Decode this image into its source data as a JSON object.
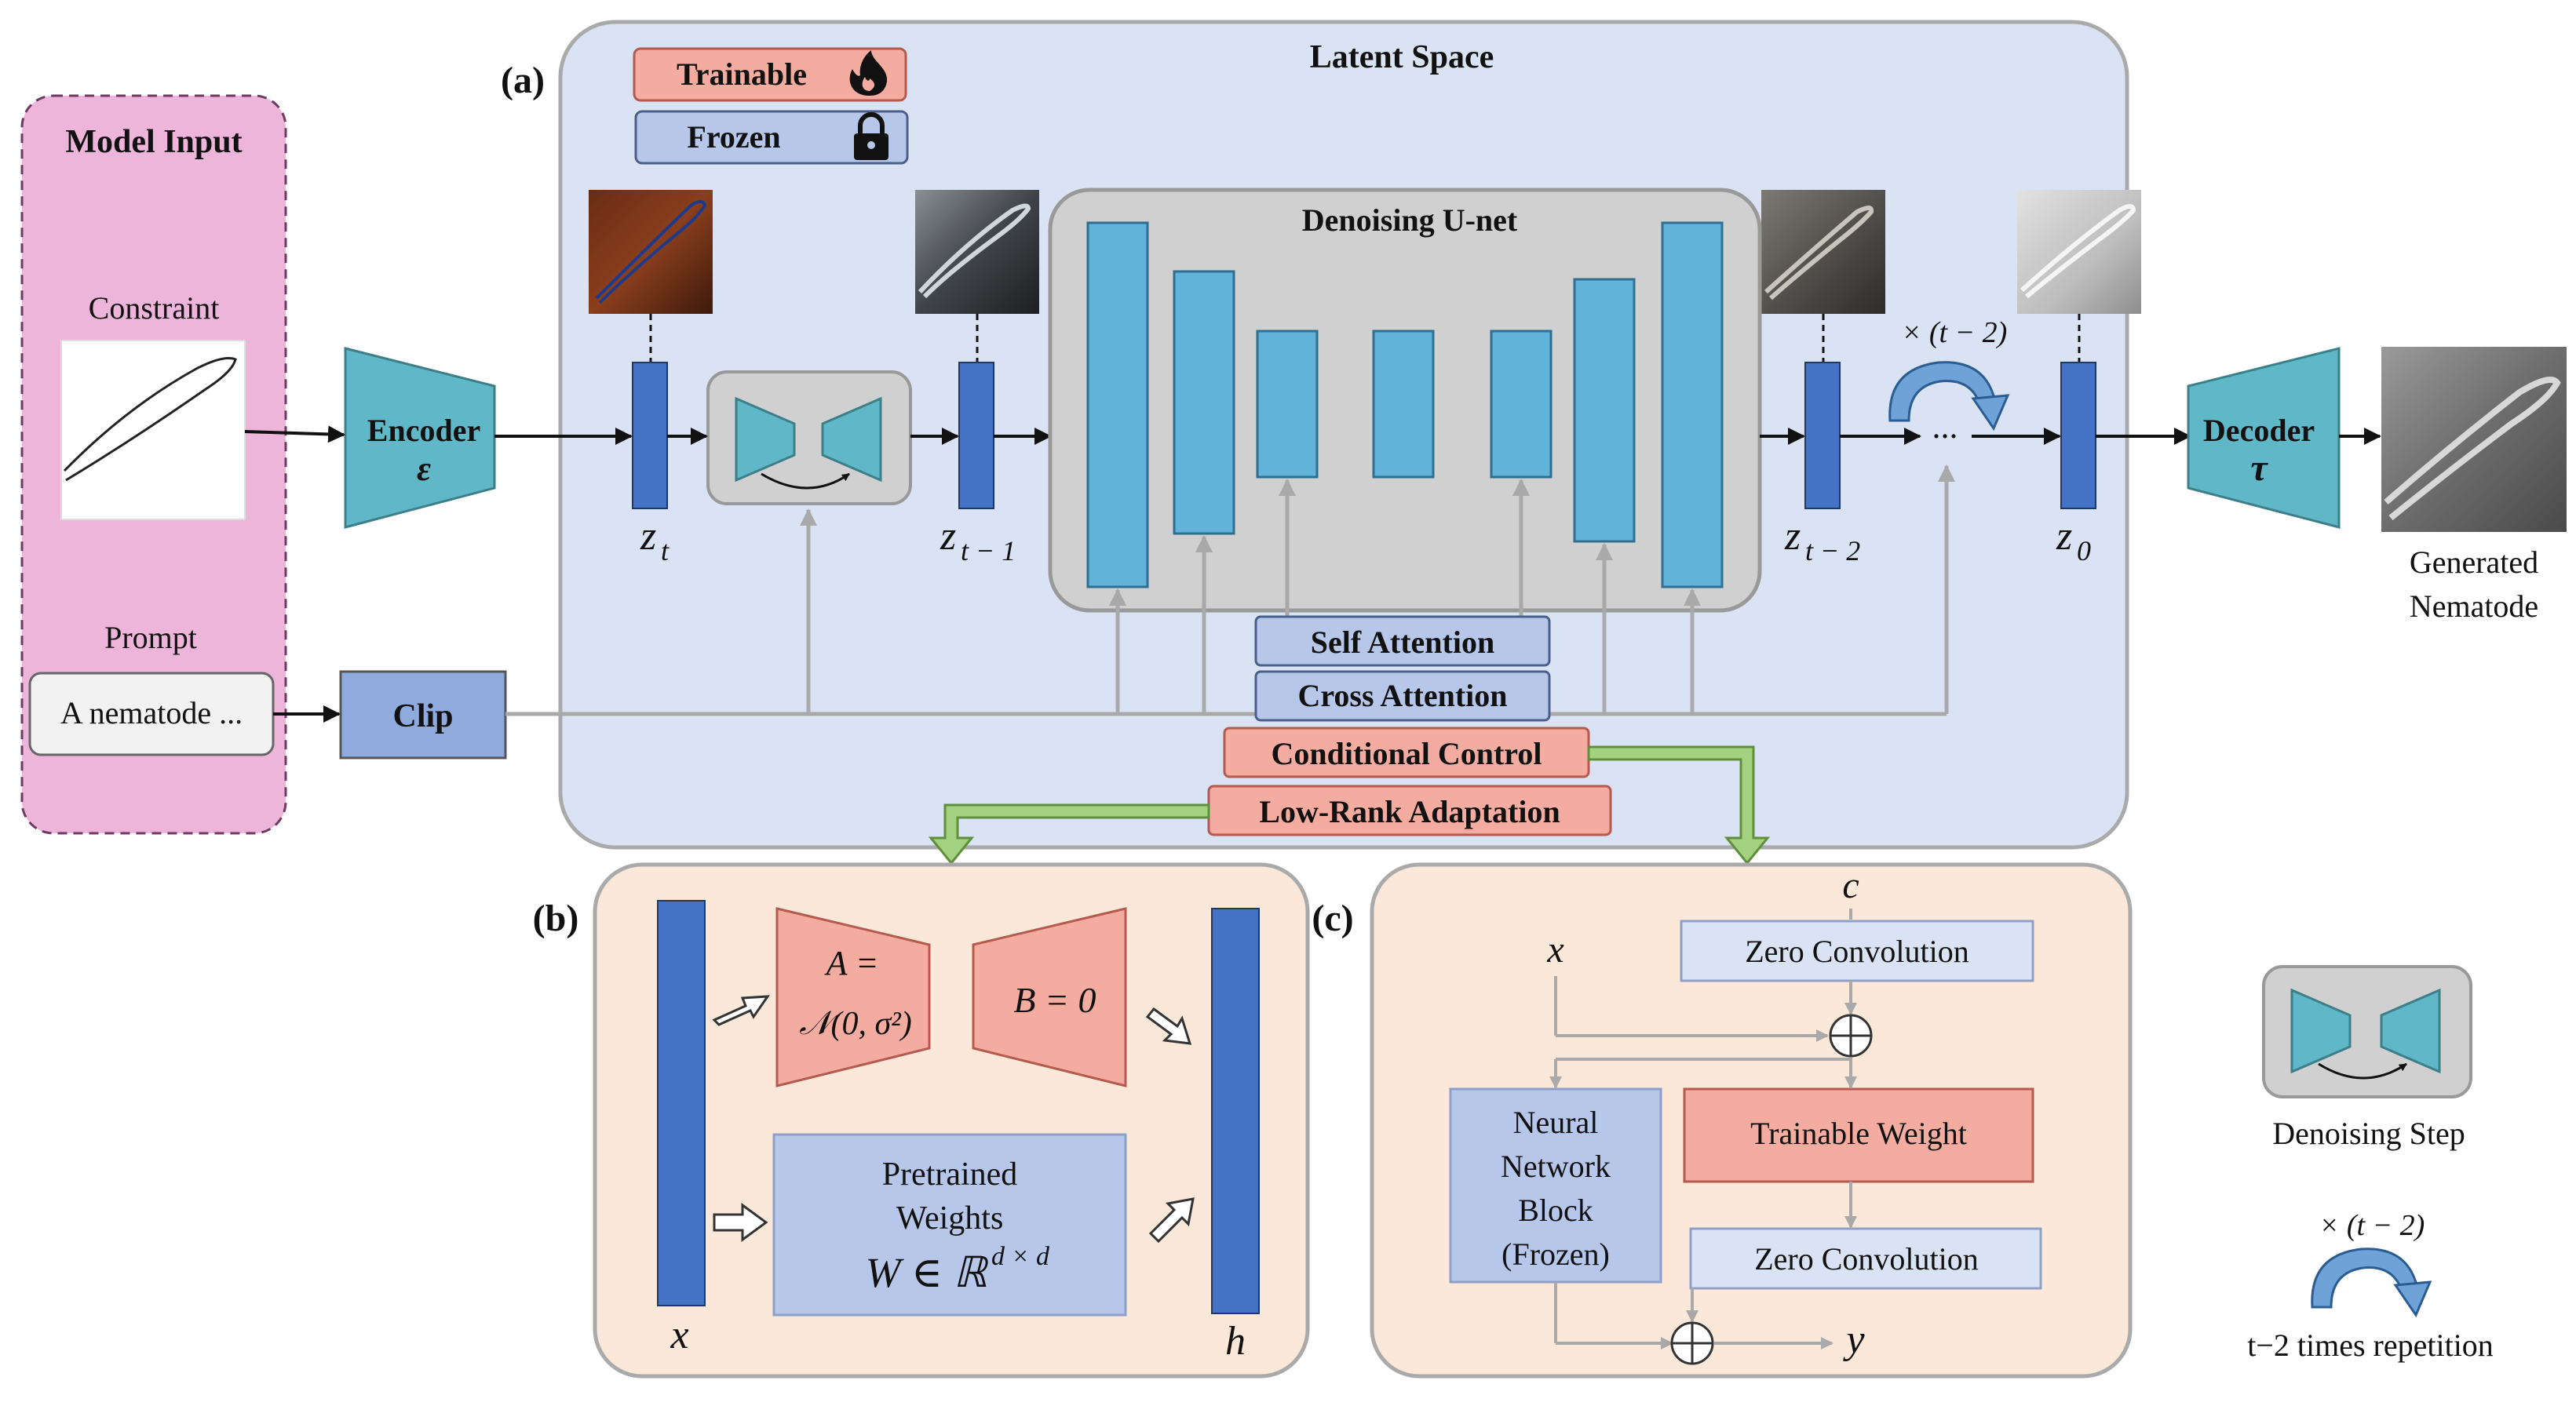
{
  "panel_a": {
    "label": "(a)",
    "title": "Latent Space",
    "legend": {
      "trainable": "Trainable",
      "frozen": "Frozen"
    },
    "model_input": {
      "title": "Model Input",
      "constraint_label": "Constraint",
      "prompt_label": "Prompt",
      "prompt_text": "A nematode ..."
    },
    "encoder": {
      "label": "Encoder",
      "symbol": "ε"
    },
    "decoder": {
      "label": "Decoder",
      "symbol": "τ"
    },
    "clip": "Clip",
    "unet_title": "Denoising U-net",
    "self_attention": "Self Attention",
    "cross_attention": "Cross Attention",
    "conditional_control": "Conditional Control",
    "low_rank_adaptation": "Low-Rank Adaptation",
    "latents": {
      "zt_base": "z",
      "zt_sub": "t",
      "zt1_base": "z",
      "zt1_sub": "t − 1",
      "zt2_base": "z",
      "zt2_sub": "t − 2",
      "z0_base": "z",
      "z0_sub": "0"
    },
    "repeat_label": "× (t − 2)",
    "ellipsis": "...",
    "generated_label_1": "Generated",
    "generated_label_2": "Nematode"
  },
  "panel_b": {
    "label": "(b)",
    "a_line1": "A =",
    "a_line2": "𝒩(0, σ²)",
    "b_eq": "B = 0",
    "pre_line1": "Pretrained",
    "pre_line2": "Weights",
    "w_eq": "W ∈ ℝ",
    "w_sup": "d × d",
    "x": "x",
    "h": "h"
  },
  "panel_c": {
    "label": "(c)",
    "c": "c",
    "x": "x",
    "y": "y",
    "zero_conv_top": "Zero Convolution",
    "zero_conv_bottom": "Zero Convolution",
    "nn_line1": "Neural",
    "nn_line2": "Network",
    "nn_line3": "Block",
    "nn_line4": "(Frozen)",
    "trainable_weight": "Trainable Weight"
  },
  "legend_right": {
    "denoising_step": "Denoising Step",
    "repeat_label": "× (t − 2)",
    "repeat_desc": "t−2 times repetition"
  },
  "colors": {
    "latent_bg": "#dae3f3",
    "model_input_bg": "#eeb5da",
    "trainable": "#f4aba0",
    "frozen": "#b7c7ea",
    "unet_bar": "#62b3da",
    "latent_bar": "#4472c4",
    "trapezoid": "#5fb7c7",
    "sub_panel_bg": "#fbe8d8",
    "green_arrow": "#a4d17f"
  }
}
